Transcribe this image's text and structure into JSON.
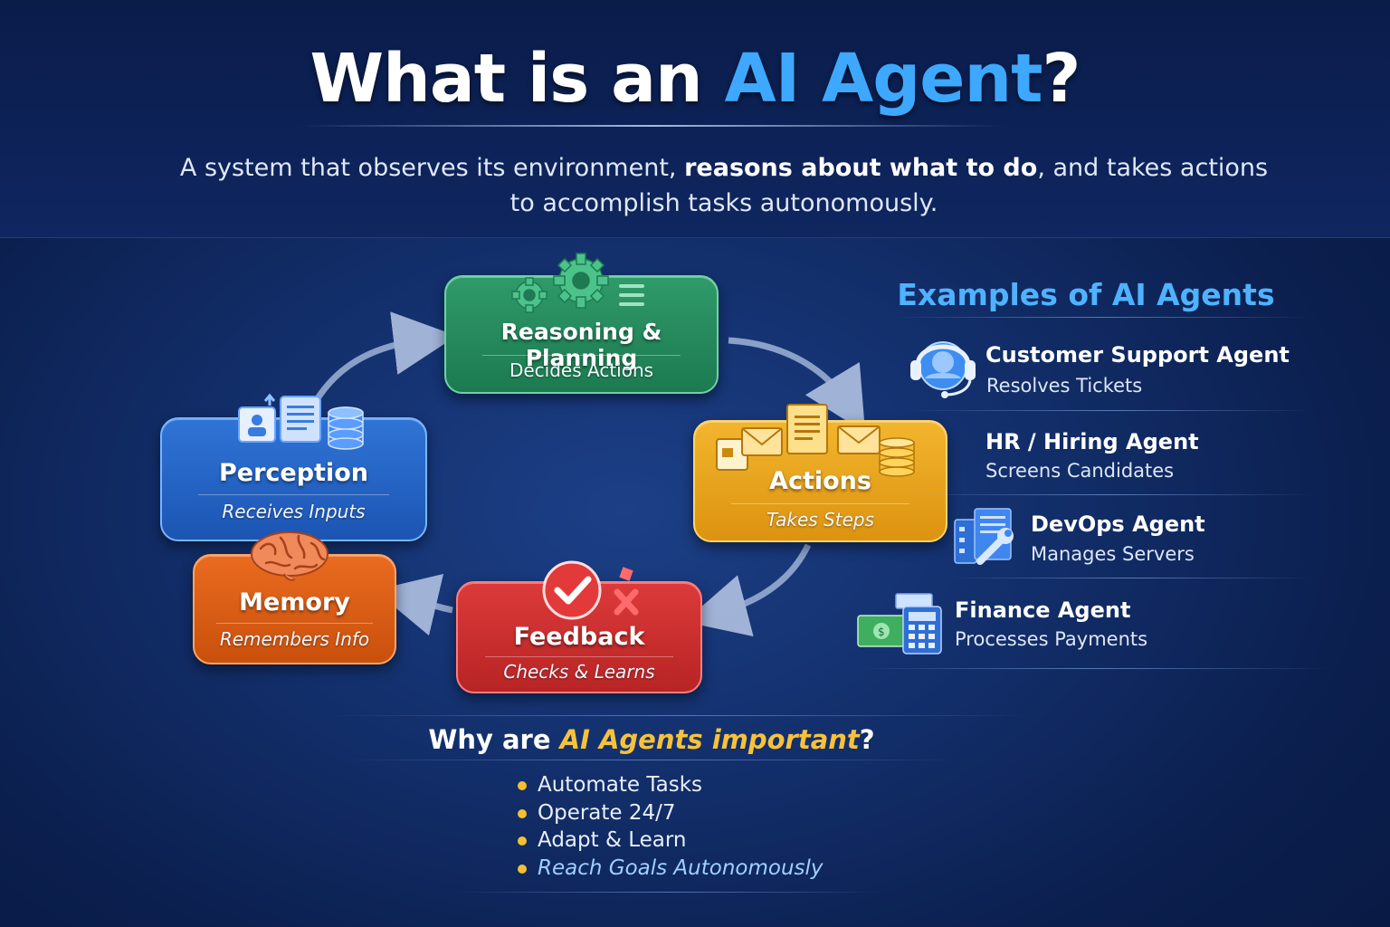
{
  "header": {
    "title_pre": "What is an ",
    "title_highlight": "AI Agent",
    "title_post": "?",
    "subtitle_part1": "A system that observes its environment, ",
    "subtitle_bold": "reasons about what to do",
    "subtitle_part2": ", and takes actions",
    "subtitle_line2": "to accomplish tasks autonomously."
  },
  "cycle": {
    "reasoning": {
      "title": "Reasoning & Planning",
      "subtitle": "Decides Actions",
      "icon": "gears-icon"
    },
    "actions": {
      "title": "Actions",
      "subtitle": "Takes Steps",
      "icon": "documents-mail-database-icon"
    },
    "feedback": {
      "title": "Feedback",
      "subtitle": "Checks & Learns",
      "icon": "check-cross-icon"
    },
    "memory": {
      "title": "Memory",
      "subtitle": "Remembers Info",
      "icon": "brain-icon"
    },
    "perception": {
      "title": "Perception",
      "subtitle": "Receives Inputs",
      "icon": "profile-document-database-icon"
    }
  },
  "examples": {
    "title": "Examples of AI Agents",
    "items": [
      {
        "name": "Customer Support Agent",
        "desc": "Resolves Tickets",
        "icon": "headset-agent-icon"
      },
      {
        "name": "HR / Hiring Agent",
        "desc": "Screens Candidates",
        "icon": ""
      },
      {
        "name": "DevOps Agent",
        "desc": "Manages Servers",
        "icon": "server-wrench-icon"
      },
      {
        "name": "Finance Agent",
        "desc": "Processes Payments",
        "icon": "cash-calculator-icon"
      }
    ]
  },
  "why": {
    "title_pre": "Why are ",
    "title_highlight": "AI Agents important",
    "title_post": "?",
    "items": [
      "Automate Tasks",
      "Operate 24/7",
      "Adapt & Learn",
      "Reach Goals Autonomously"
    ]
  },
  "colors": {
    "background": "#13306d",
    "title_highlight": "#3ea8ff",
    "reasoning": "#2f9a6a",
    "perception": "#2f74d6",
    "actions": "#f3b52e",
    "memory": "#ea6b20",
    "feedback": "#dc3a3a",
    "why_highlight": "#f7c23a"
  }
}
